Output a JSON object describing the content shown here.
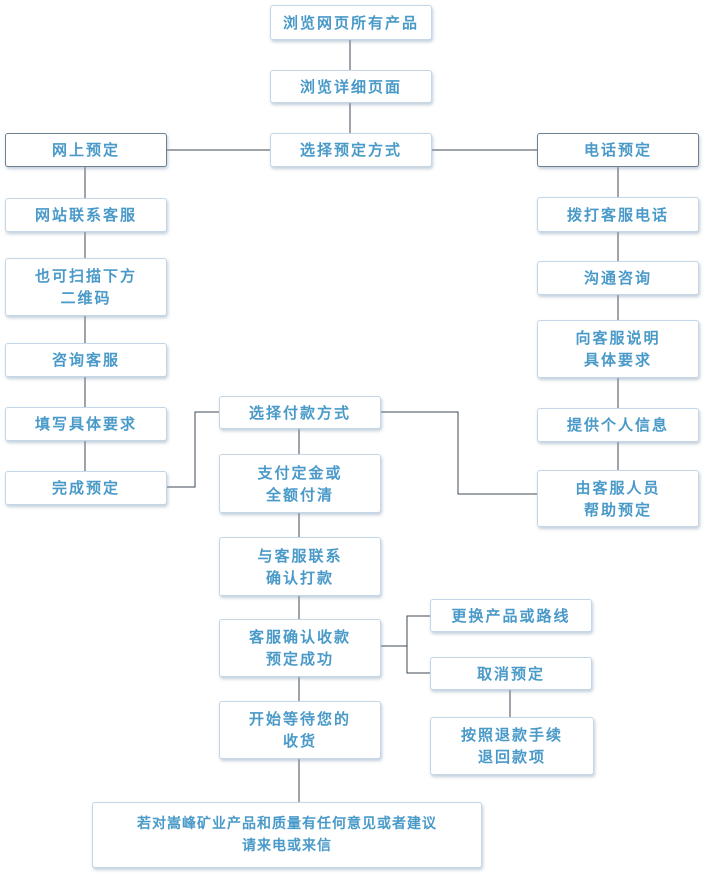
{
  "nodes": {
    "browse_all": "浏览网页所有产品",
    "browse_detail": "浏览详细页面",
    "choose_booking": "选择预定方式",
    "online_booking": "网上预定",
    "phone_booking": "电话预定",
    "contact_site_cs": "网站联系客服",
    "scan_qr": "也可扫描下方\n二维码",
    "consult_cs": "咨询客服",
    "fill_requirements": "填写具体要求",
    "complete_booking": "完成预定",
    "call_cs": "拨打客服电话",
    "communicate": "沟通咨询",
    "explain_requirements": "向客服说明\n具体要求",
    "provide_info": "提供个人信息",
    "cs_help_booking": "由客服人员\n帮助预定",
    "choose_payment": "选择付款方式",
    "pay_deposit": "支付定金或\n全额付清",
    "confirm_payment_contact": "与客服联系\n确认打款",
    "cs_confirm_receipt": "客服确认收款\n预定成功",
    "change_product": "更换产品或路线",
    "cancel_booking": "取消预定",
    "refund": "按照退款手续\n退回款项",
    "wait_delivery": "开始等待您的\n收货",
    "feedback": "若对嵩峰矿业产品和质量有任何意见或者建议\n请来电或来信"
  },
  "colors": {
    "text": "#4a9ac9",
    "border": "#c5d6e6",
    "line": "#3c4a56"
  }
}
